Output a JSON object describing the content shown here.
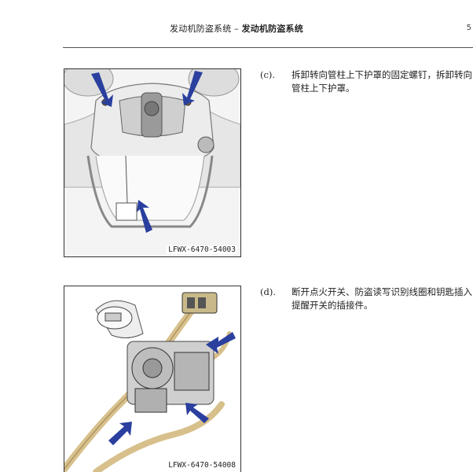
{
  "header": {
    "prefix": "发动机防盗系统 – ",
    "title": "发动机防盗系统",
    "page_marker": "5"
  },
  "steps": [
    {
      "label": "(c).",
      "text": "拆卸转向管柱上下护罩的固定螺钉，拆卸转向管柱上下护罩。",
      "figure_caption": "LFWX-6470-54003"
    },
    {
      "label": "(d).",
      "text": "断开点火开关、防盗读写识别线圈和钥匙插入提醒开关的插接件。",
      "figure_caption": "LFWX-6470-54008"
    }
  ],
  "colors": {
    "arrow": "#2a3f9e",
    "harness": "#d8c08c"
  }
}
